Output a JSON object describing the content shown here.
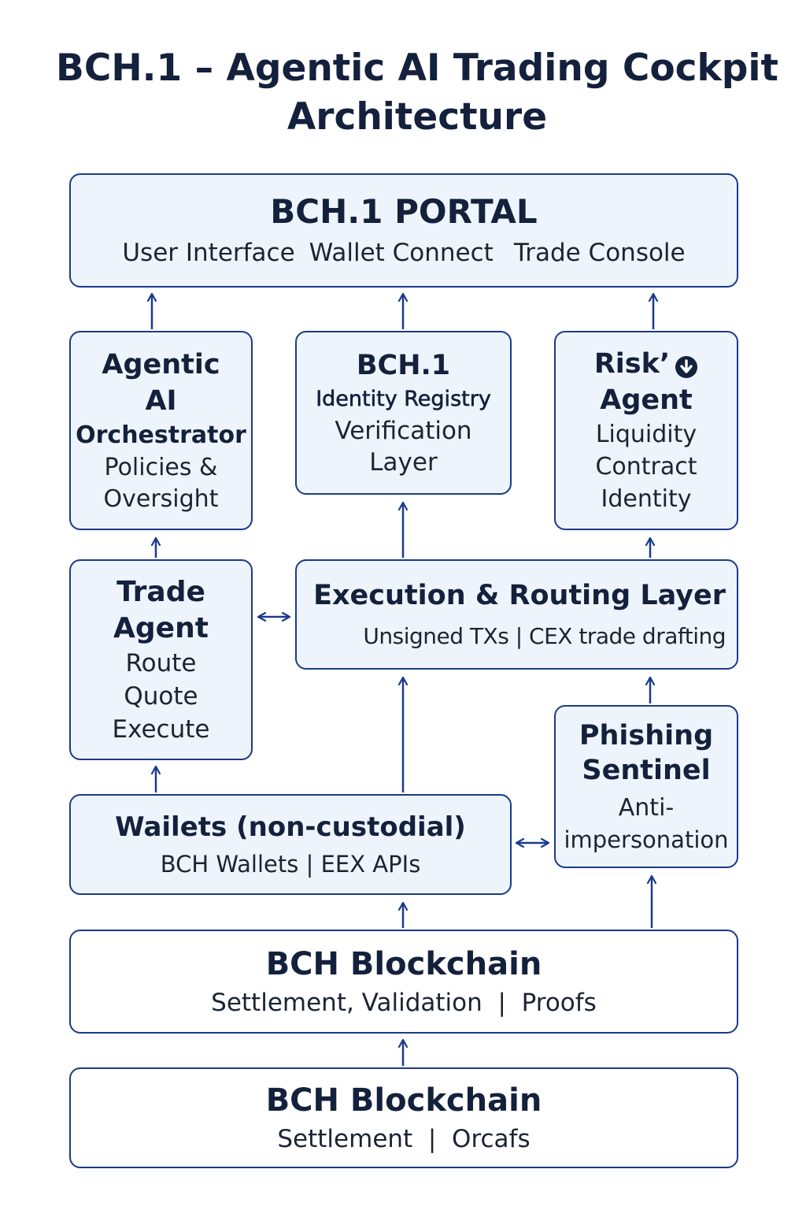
{
  "title": {
    "line1": "BCH.1 – Agentic AI Trading Cockpit",
    "line2": "Architecture"
  },
  "portal": {
    "heading": "BCH.1 PORTAL",
    "items": [
      "User Interface",
      "Wallet Connect",
      "Trade Console"
    ]
  },
  "orchestrator": {
    "heading": [
      "Agentic",
      "AI",
      "Orchestrator"
    ],
    "body": [
      "Policies &",
      "Oversight"
    ]
  },
  "identity_registry": {
    "heading": "BCH.1",
    "subheading": "Identity Registry",
    "body": [
      "Verification",
      "Layer"
    ]
  },
  "risk_agent": {
    "heading": [
      "Risk’",
      "Agent"
    ],
    "body": [
      "Liquidity",
      "Contract",
      "Identity"
    ]
  },
  "trade_agent": {
    "heading": [
      "Trade",
      "Agent"
    ],
    "body": [
      "Route",
      "Quote",
      "Execute"
    ]
  },
  "execution_layer": {
    "heading": "Execution & Routing Layer",
    "body": "Unsigned TXs | CEX trade drafting"
  },
  "phishing_sentinel": {
    "heading": [
      "Phishing",
      "Sentinel"
    ],
    "body": [
      "Anti-",
      "impersonation"
    ]
  },
  "wallets": {
    "heading": "Wailets (non-custodial)",
    "body": "BCH Wallets | EEX APIs"
  },
  "blockchain_1": {
    "heading": "BCH Blockchain",
    "body": "Settlement, Validation  |  Proofs"
  },
  "blockchain_2": {
    "heading": "BCH Blockchain",
    "body": "Settlement  |  Orcafs"
  },
  "colors": {
    "border": "#1b3a8a",
    "arrow": "#1b3a8a",
    "box_fill": "#eef4fb",
    "text": "#14213d"
  },
  "icons": {
    "risk_badge": "down-arrow-circle-icon"
  }
}
